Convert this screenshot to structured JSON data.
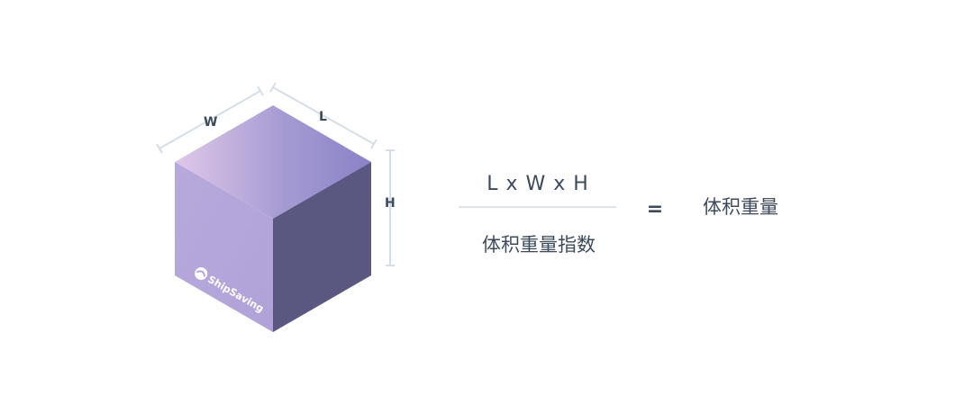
{
  "dimensions": {
    "width_label": "W",
    "length_label": "L",
    "height_label": "H"
  },
  "brand": {
    "name": "ShipSaving"
  },
  "formula": {
    "numerator": "L x W x H",
    "denominator": "体积重量指数",
    "equals": "=",
    "result": "体积重量"
  },
  "colors": {
    "top_face_light": "#dcc3e6",
    "top_face_mid": "#a89bd4",
    "top_face_dark": "#8c84c8",
    "left_face": "#b4a6db",
    "right_face": "#5a5780",
    "dimension_line": "#d5dee6",
    "text": "#3d4a5c",
    "fraction_line": "#dde3ea"
  }
}
